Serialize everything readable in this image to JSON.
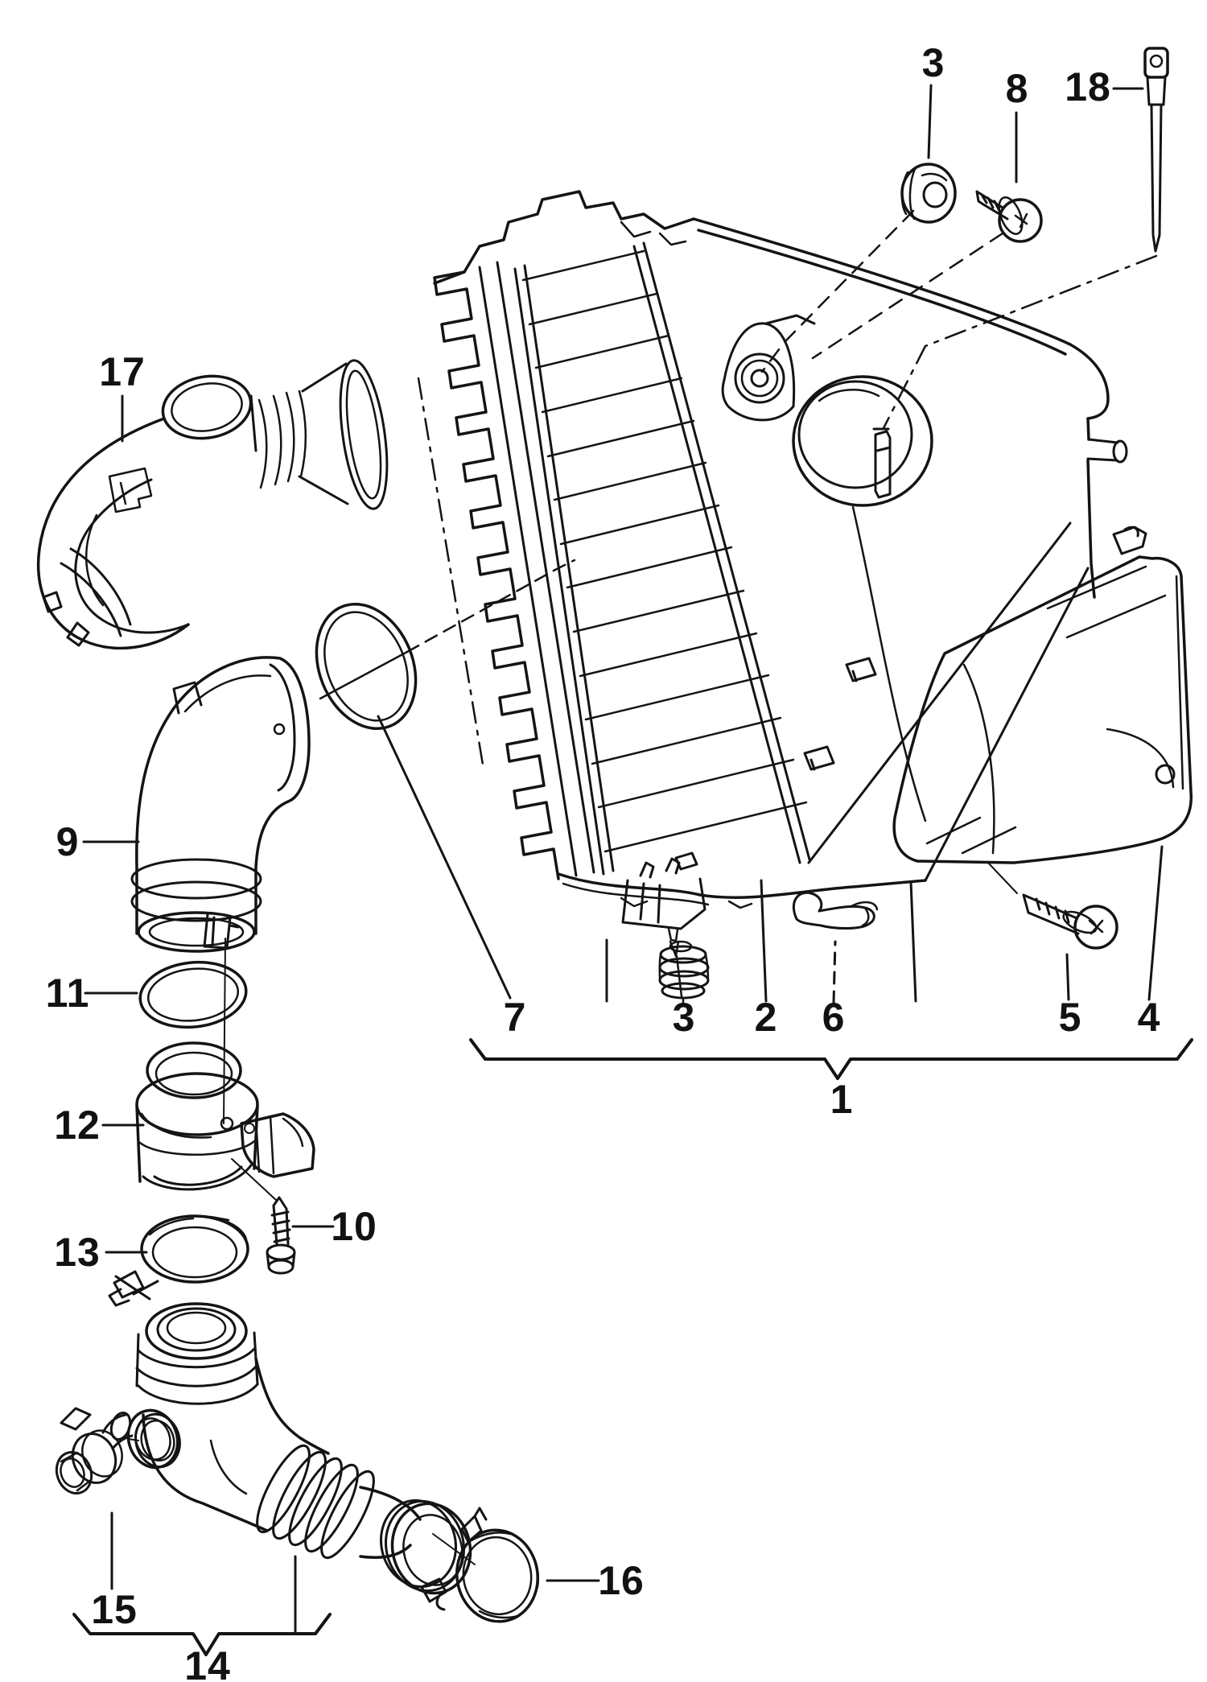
{
  "figure": {
    "background": "#ffffff",
    "line_color": "#141414"
  },
  "callouts": {
    "c1": {
      "text": "1"
    },
    "c2": {
      "text": "2"
    },
    "c3_top": {
      "text": "3"
    },
    "c3_bottom": {
      "text": "3"
    },
    "c4": {
      "text": "4"
    },
    "c5": {
      "text": "5"
    },
    "c6": {
      "text": "6"
    },
    "c7": {
      "text": "7"
    },
    "c8": {
      "text": "8"
    },
    "c9": {
      "text": "9"
    },
    "c10": {
      "text": "10"
    },
    "c11": {
      "text": "11"
    },
    "c12": {
      "text": "12"
    },
    "c13": {
      "text": "13"
    },
    "c14": {
      "text": "14"
    },
    "c15": {
      "text": "15"
    },
    "c16": {
      "text": "16"
    },
    "c17": {
      "text": "17"
    },
    "c18": {
      "text": "18"
    }
  }
}
